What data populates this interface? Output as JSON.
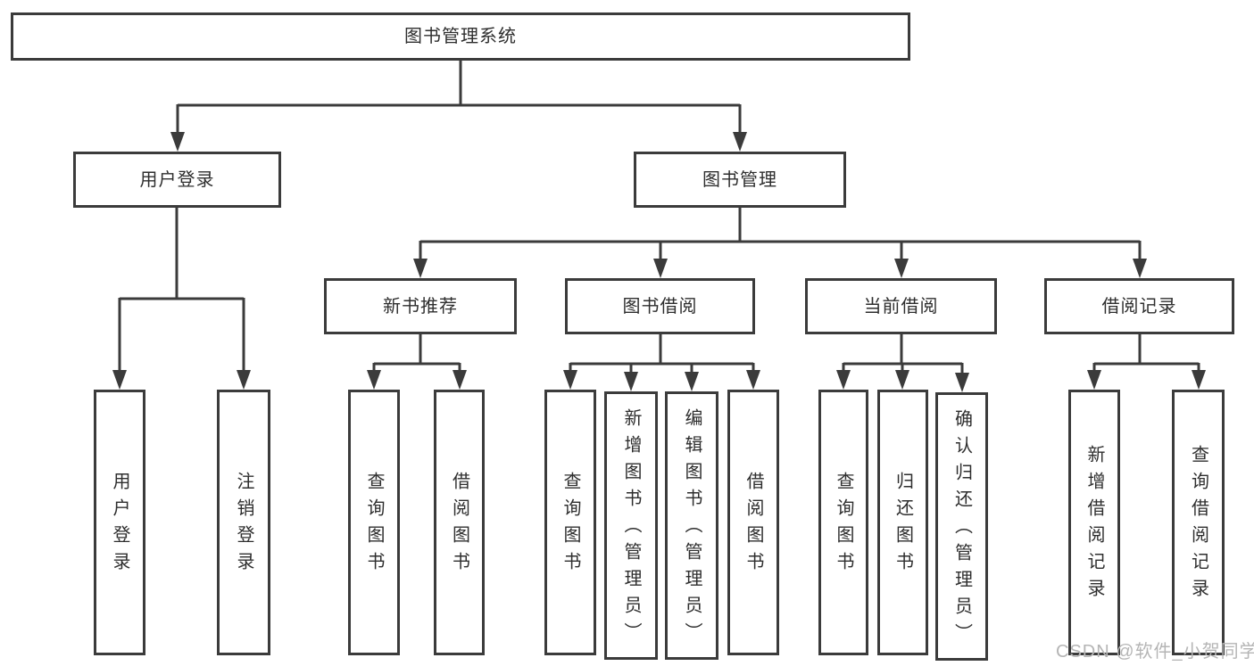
{
  "diagram": {
    "title": "图书管理系统",
    "level1": [
      {
        "label": "用户登录",
        "children": [
          "用户登录",
          "注销登录"
        ]
      },
      {
        "label": "图书管理",
        "children": [
          {
            "label": "新书推荐",
            "children": [
              "查询图书",
              "借阅图书"
            ]
          },
          {
            "label": "图书借阅",
            "children": [
              "查询图书",
              "新增图书（管理员）",
              "编辑图书（管理员）",
              "借阅图书"
            ]
          },
          {
            "label": "当前借阅",
            "children": [
              "查询图书",
              "归还图书",
              "确认归还（管理员）"
            ]
          },
          {
            "label": "借阅记录",
            "children": [
              "新增借阅记录",
              "查询借阅记录"
            ]
          }
        ]
      }
    ]
  },
  "colors": {
    "line": "#3b3b3b",
    "box_border": "#3b3b3b",
    "text": "#2e2e2e",
    "watermark": "#b5b5b5",
    "background": "#ffffff"
  },
  "watermark": "CSDN @软件_小贺同学"
}
